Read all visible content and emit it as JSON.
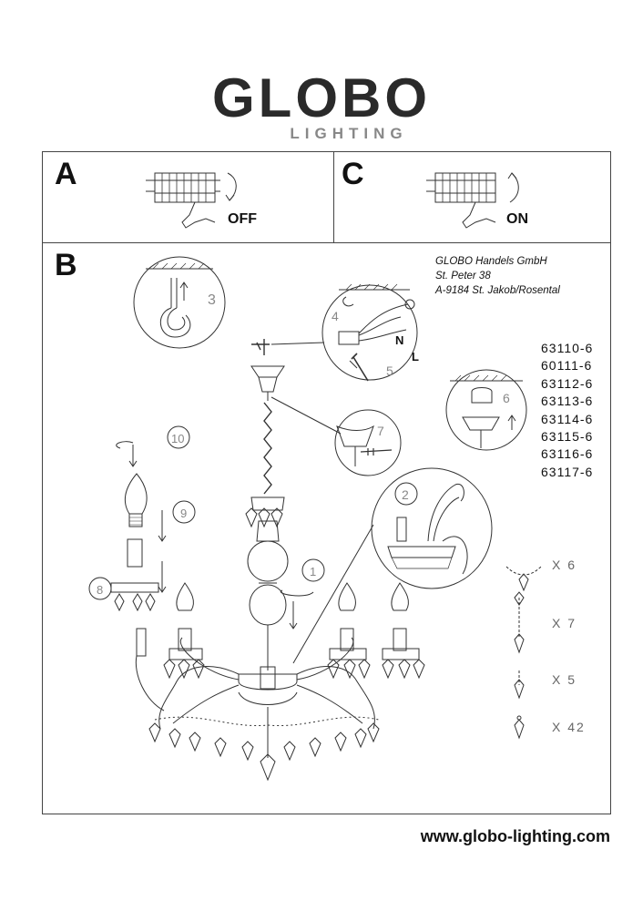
{
  "brand": {
    "name": "GLOBO",
    "sub": "LIGHTING"
  },
  "sections": {
    "a": "A",
    "b": "B",
    "c": "C"
  },
  "switch": {
    "off": "OFF",
    "on": "ON"
  },
  "address": [
    "GLOBO Handels GmbH",
    "St. Peter 38",
    "A-9184 St. Jakob/Rosental"
  ],
  "wires": {
    "n": "N",
    "l": "L"
  },
  "models": [
    "63110-6",
    "60111-6",
    "63112-6",
    "63113-6",
    "63114-6",
    "63115-6",
    "63116-6",
    "63117-6"
  ],
  "steps": {
    "s1": "1",
    "s2": "2",
    "s3": "3",
    "s4": "4",
    "s5": "5",
    "s6": "6",
    "s7": "7",
    "s8": "8",
    "s9": "9",
    "s10": "10"
  },
  "crystal_counts": [
    "X 6",
    "X 7",
    "X 5",
    "X 42"
  ],
  "footer": {
    "url": "www.globo-lighting.com"
  }
}
